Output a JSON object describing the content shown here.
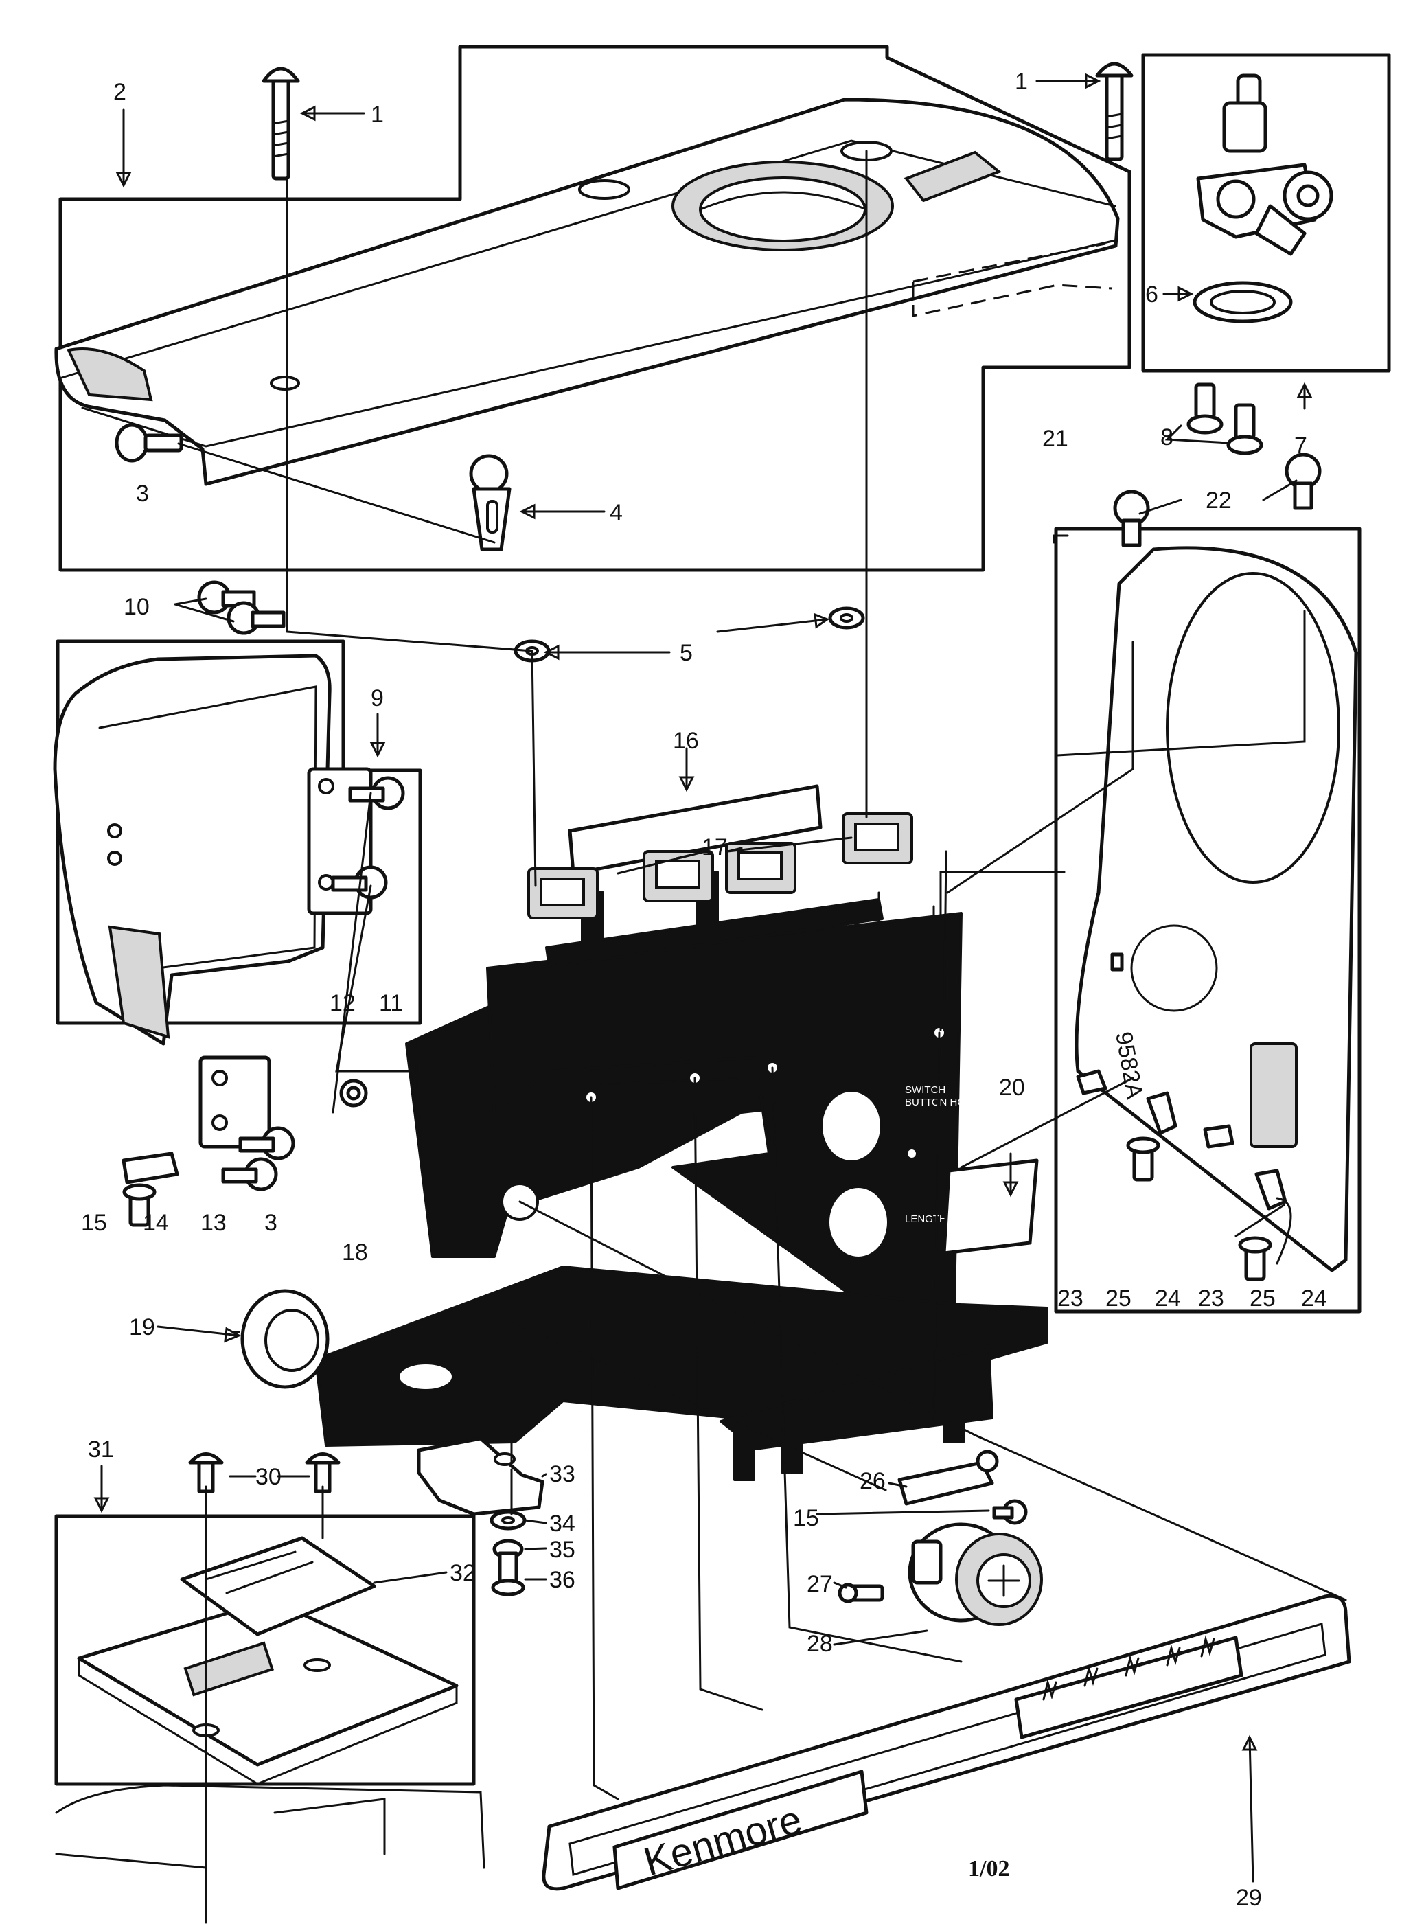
{
  "diagram": {
    "brand_label": "Kenmore",
    "page_code": "1/02",
    "machine_panel_text": [
      "SWITCH",
      "BUTTON HOLE",
      "LENGTH"
    ],
    "side_panel_code": "9582A",
    "callouts": [
      {
        "id": "c1a",
        "label": "1"
      },
      {
        "id": "c1b",
        "label": "1"
      },
      {
        "id": "c2",
        "label": "2"
      },
      {
        "id": "c3a",
        "label": "3"
      },
      {
        "id": "c3b",
        "label": "3"
      },
      {
        "id": "c4",
        "label": "4"
      },
      {
        "id": "c5",
        "label": "5"
      },
      {
        "id": "c6",
        "label": "6"
      },
      {
        "id": "c7",
        "label": "7"
      },
      {
        "id": "c8",
        "label": "8"
      },
      {
        "id": "c9",
        "label": "9"
      },
      {
        "id": "c10",
        "label": "10"
      },
      {
        "id": "c11",
        "label": "11"
      },
      {
        "id": "c12",
        "label": "12"
      },
      {
        "id": "c13",
        "label": "13"
      },
      {
        "id": "c14",
        "label": "14"
      },
      {
        "id": "c15a",
        "label": "15"
      },
      {
        "id": "c15b",
        "label": "15"
      },
      {
        "id": "c16",
        "label": "16"
      },
      {
        "id": "c17",
        "label": "17"
      },
      {
        "id": "c18",
        "label": "18"
      },
      {
        "id": "c19",
        "label": "19"
      },
      {
        "id": "c20",
        "label": "20"
      },
      {
        "id": "c21",
        "label": "21"
      },
      {
        "id": "c22",
        "label": "22"
      },
      {
        "id": "c23a",
        "label": "23"
      },
      {
        "id": "c23b",
        "label": "23"
      },
      {
        "id": "c24a",
        "label": "24"
      },
      {
        "id": "c24b",
        "label": "24"
      },
      {
        "id": "c25a",
        "label": "25"
      },
      {
        "id": "c25b",
        "label": "25"
      },
      {
        "id": "c26",
        "label": "26"
      },
      {
        "id": "c27",
        "label": "27"
      },
      {
        "id": "c28",
        "label": "28"
      },
      {
        "id": "c29",
        "label": "29"
      },
      {
        "id": "c30",
        "label": "30"
      },
      {
        "id": "c31",
        "label": "31"
      },
      {
        "id": "c32",
        "label": "32"
      },
      {
        "id": "c33",
        "label": "33"
      },
      {
        "id": "c34",
        "label": "34"
      },
      {
        "id": "c35",
        "label": "35"
      },
      {
        "id": "c36",
        "label": "36"
      }
    ]
  }
}
